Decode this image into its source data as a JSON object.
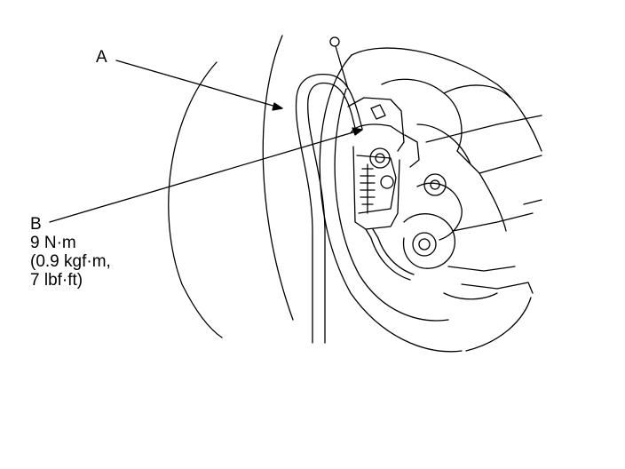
{
  "callouts": {
    "a": {
      "letter": "A"
    },
    "b": {
      "letter": "B",
      "torque_nm": "9 N·m",
      "torque_kgf": "(0.9 kgf·m,",
      "torque_lbf": "7 lbf·ft)"
    }
  },
  "colors": {
    "line": "#000000",
    "background": "#ffffff"
  }
}
